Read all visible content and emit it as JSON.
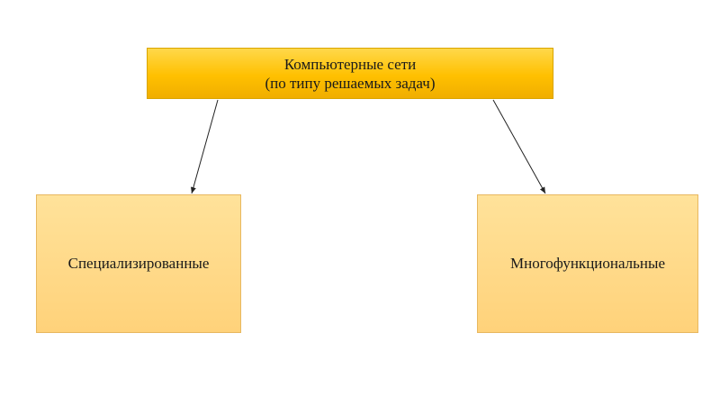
{
  "root": {
    "line1": "Компьютерные сети",
    "line2": "(по типу решаемых задач)"
  },
  "children": [
    {
      "label": "Специализированные"
    },
    {
      "label": "Многофункциональные"
    }
  ],
  "colors": {
    "root_fill": "#ffc000",
    "child_fill": "#ffd98a",
    "arrow": "#222222"
  }
}
